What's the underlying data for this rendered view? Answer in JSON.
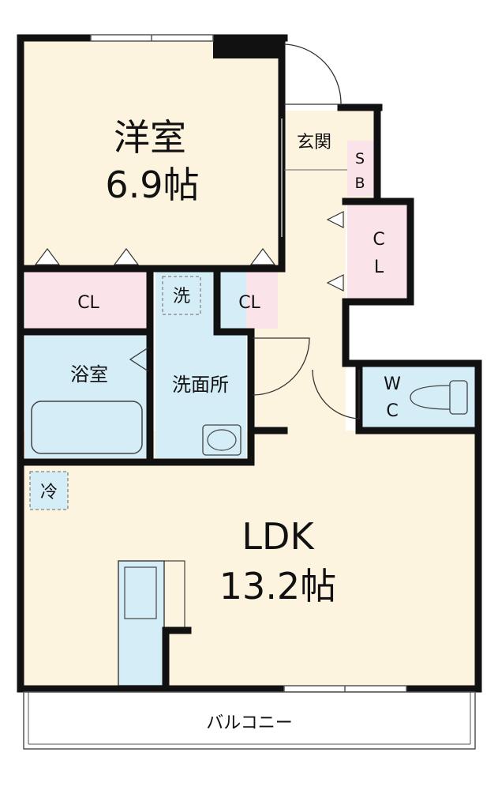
{
  "rooms": {
    "western": {
      "name": "洋室",
      "size": "6.9帖"
    },
    "ldk": {
      "name": "LDK",
      "size": "13.2帖"
    },
    "entrance": {
      "name": "玄関"
    },
    "bath": {
      "name": "浴室"
    },
    "washroom": {
      "name": "洗面所"
    },
    "balcony": {
      "name": "バルコニー"
    }
  },
  "storage": {
    "closet_left": "CL",
    "closet_mid": "CL",
    "closet_right_top": "C",
    "closet_right_bottom": "L",
    "shoe_box_top": "S",
    "shoe_box_bottom": "B"
  },
  "toilet": {
    "top": "W",
    "bottom": "C"
  },
  "fixtures": {
    "washer": "洗",
    "fridge": "冷"
  },
  "colors": {
    "room_fill": "#fdf4e0",
    "closet_fill": "#fbe3ea",
    "wet_fill": "#d5edf7",
    "wall": "#111111"
  }
}
